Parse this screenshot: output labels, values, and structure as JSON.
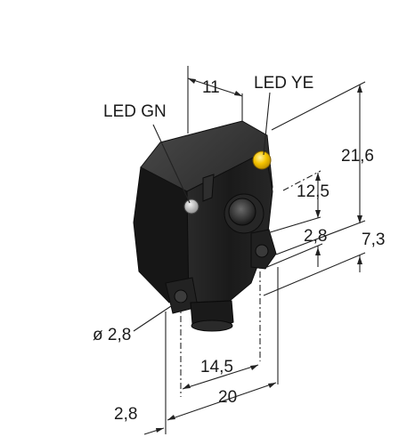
{
  "labels": {
    "led_green": "LED GN",
    "led_yellow": "LED YE"
  },
  "dimensions": {
    "top_offset": "11",
    "height_total": "21,6",
    "lens_height": "12,5",
    "lower_offset": "2,8",
    "side_offset": "7,3",
    "hole_diameter": "ø 2,8",
    "hole_spacing": "14,5",
    "width_total": "20",
    "bottom_offset": "2,8"
  },
  "colors": {
    "housing": "#1c1c1c",
    "led_yellow": "#f5c400",
    "led_green_off": "#c8c8c8"
  }
}
